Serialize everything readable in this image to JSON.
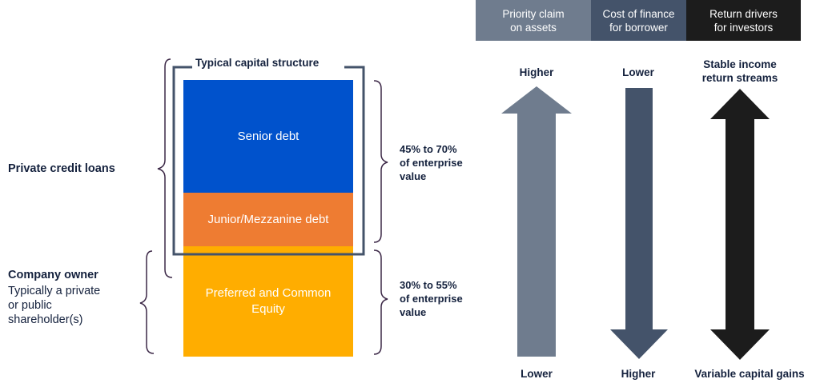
{
  "headers": [
    {
      "lines": [
        "Priority claim",
        "on assets"
      ],
      "color": "#6f7c8e"
    },
    {
      "lines": [
        "Cost of finance",
        "for borrower"
      ],
      "color": "#44536a"
    },
    {
      "lines": [
        "Return drivers",
        "for investors"
      ],
      "color": "#1c1c1c"
    }
  ],
  "capital_structure": {
    "title": "Typical capital structure",
    "layers": [
      {
        "name": "Senior debt",
        "color": "#0052cc"
      },
      {
        "name": "Junior/Mezzanine debt",
        "color": "#ee7c32"
      },
      {
        "name_lines": [
          "Preferred and Common",
          "Equity"
        ],
        "color": "#ffad00"
      }
    ]
  },
  "left_labels": {
    "private_credit": "Private credit loans",
    "company_owner_title": "Company owner",
    "company_owner_lines": [
      "Typically a private",
      "or public",
      "shareholder(s)"
    ]
  },
  "right_labels": {
    "debt_share_lines": [
      "45% to 70%",
      "of enterprise",
      "value"
    ],
    "equity_share_lines": [
      "30% to 55%",
      "of enterprise",
      "value"
    ]
  },
  "arrows": [
    {
      "top": "Higher",
      "bottom": "Lower",
      "direction": "up",
      "color": "#6f7c8e"
    },
    {
      "top": "Lower",
      "bottom": "Higher",
      "direction": "down",
      "color": "#44536a"
    },
    {
      "top_lines": [
        "Stable income",
        "return streams"
      ],
      "bottom": "Variable capital gains",
      "direction": "both",
      "color": "#1c1c1c"
    }
  ]
}
